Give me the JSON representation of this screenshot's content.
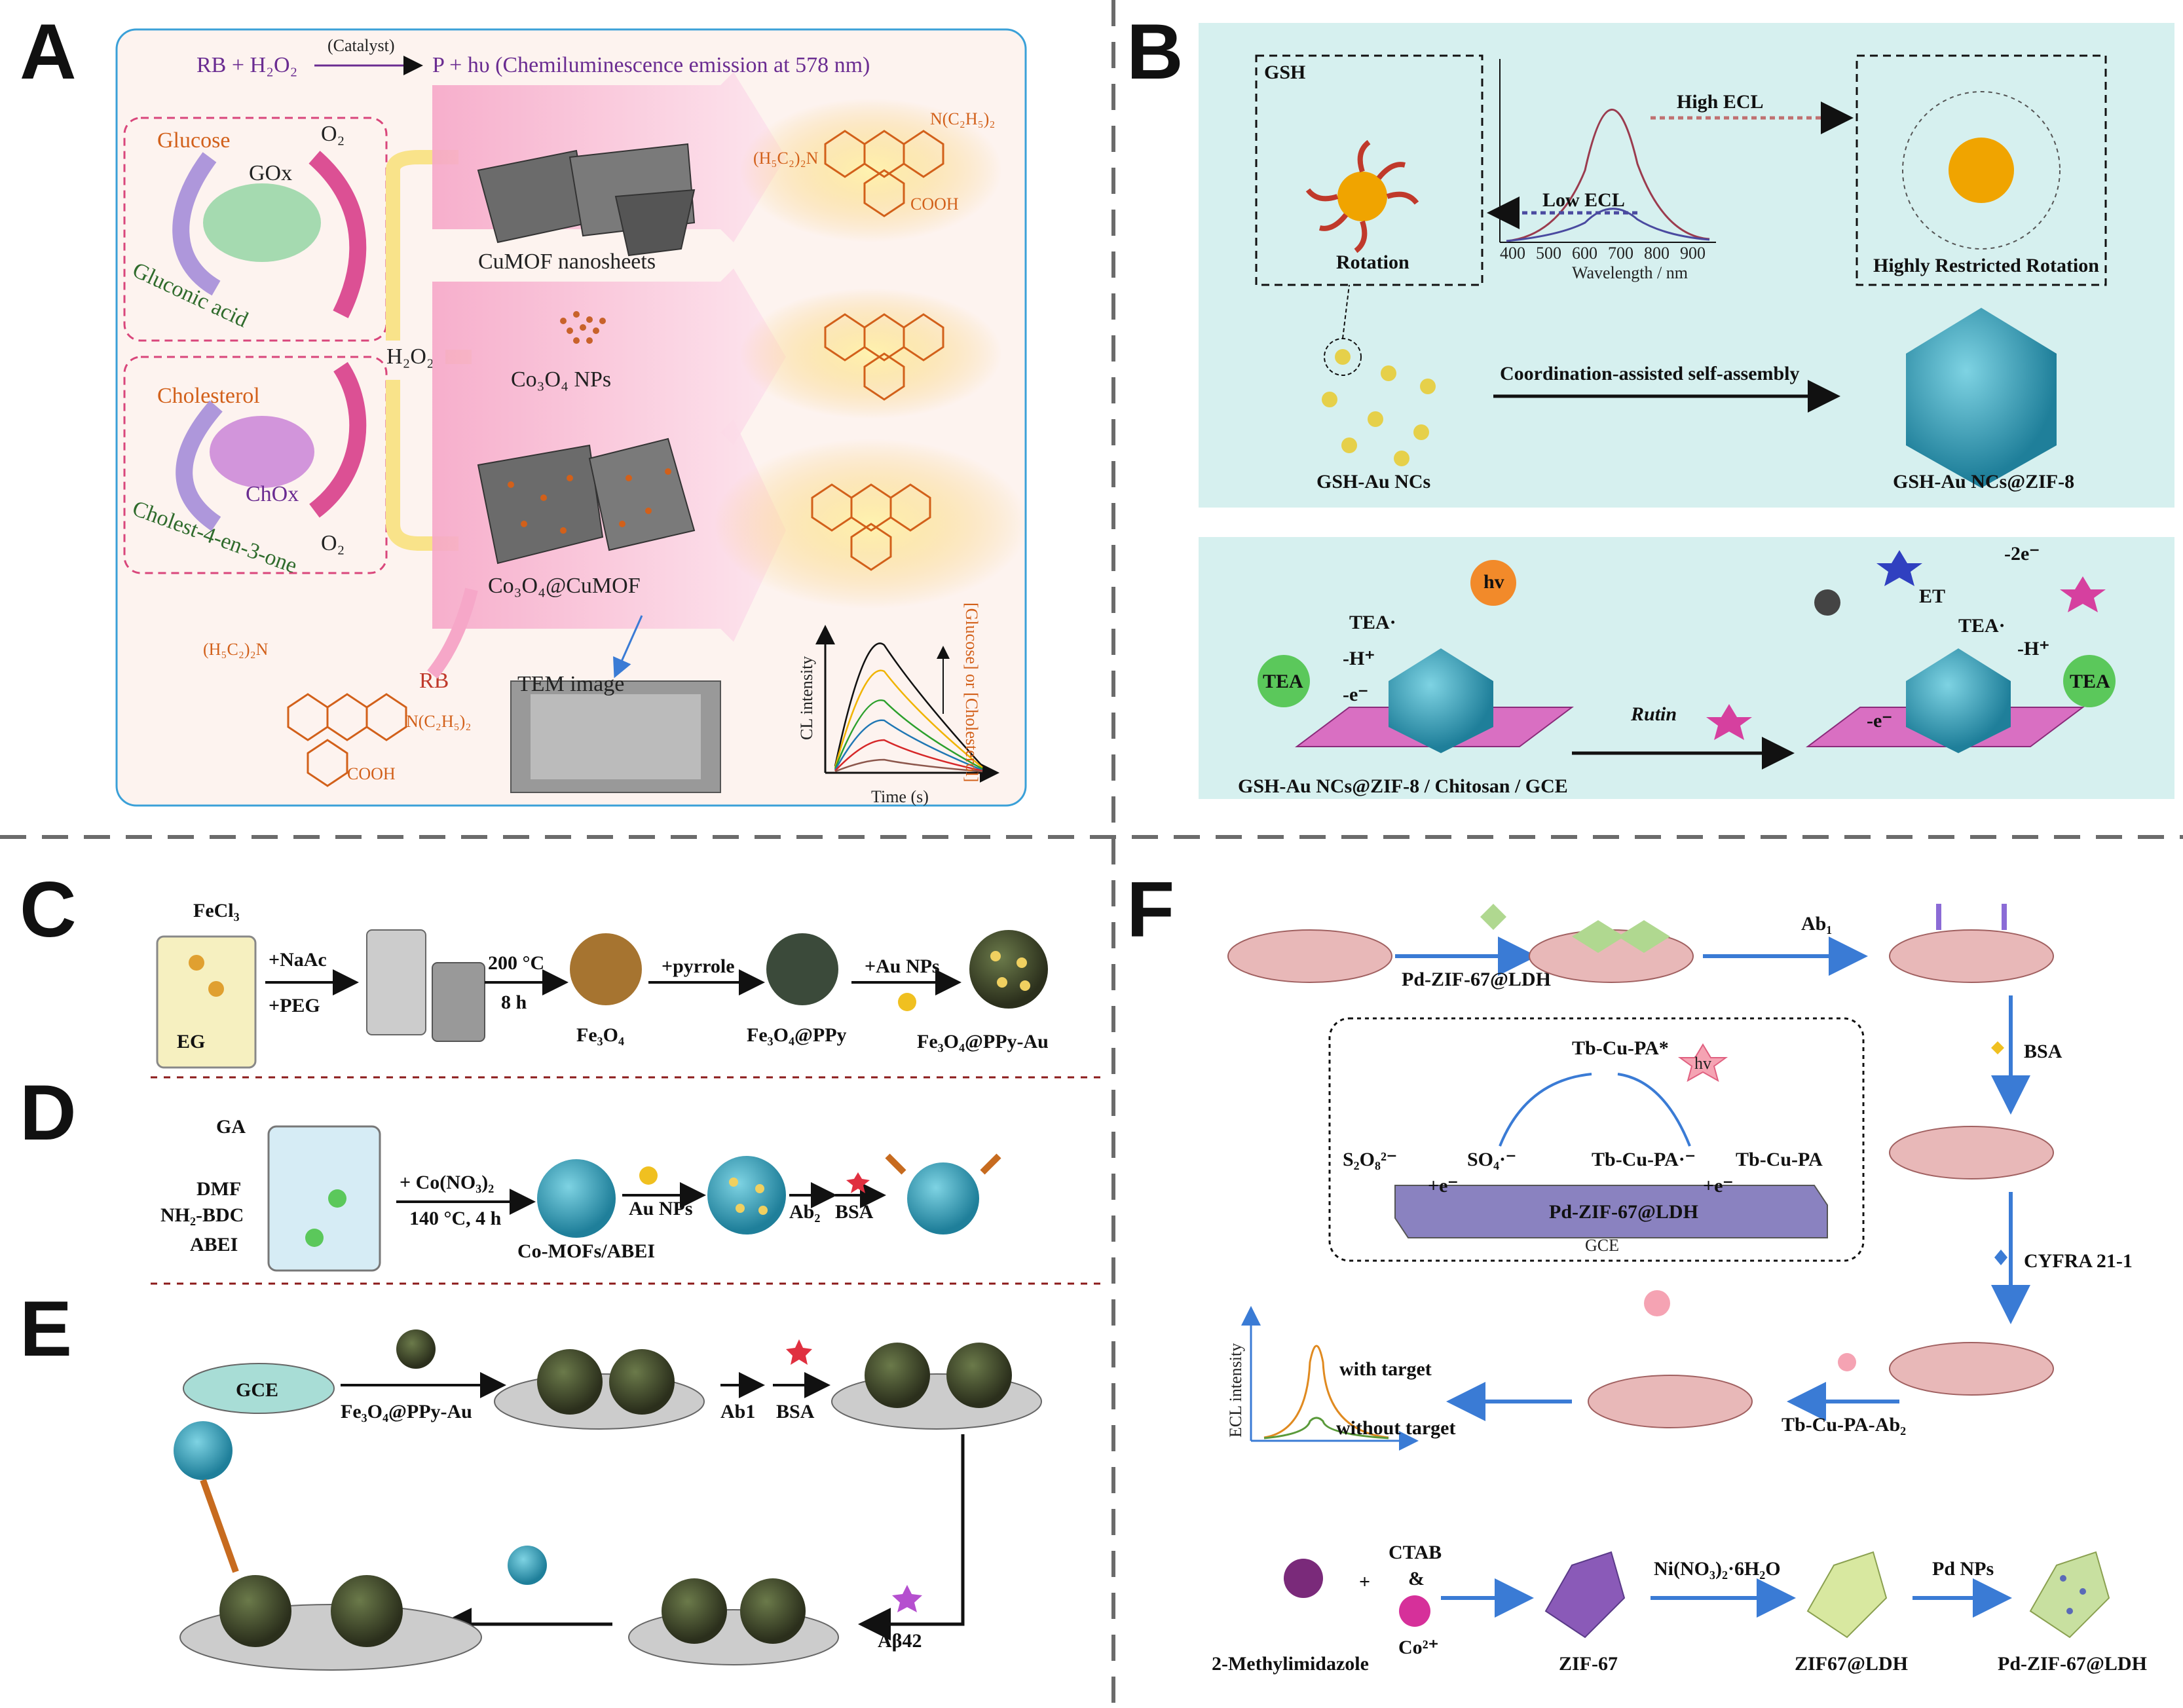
{
  "panels": {
    "A": "A",
    "B": "B",
    "C": "C",
    "D": "D",
    "E": "E",
    "F": "F"
  },
  "panelA": {
    "reaction_left": "RB + H₂O₂",
    "reaction_catalyst": "(Catalyst)",
    "reaction_right": "P + hυ (Chemiluminescence emission at 578 nm)",
    "glucose": "Glucose",
    "gox": "GOx",
    "gluconic_acid": "Gluconic acid",
    "o2_top": "O₂",
    "h2o2": "H₂O₂",
    "cholesterol": "Cholesterol",
    "chox": "ChOx",
    "cholestenone": "Cholest-4-en-3-one",
    "o2_bottom": "O₂",
    "cumof": "CuMOF nanosheets",
    "co3o4": "Co₃O₄ NPs",
    "composite": "Co₃O₄@CuMOF",
    "tem": "TEM image",
    "rb": "RB",
    "rb_formula": "(H₅C₂)₂N",
    "rb_formula2": "N(C₂H₅)₂",
    "cooh": "COOH",
    "cl_ylabel": "CL intensity",
    "cl_xlabel": "Time (s)",
    "arrow_label": "[Glucose] or [Cholesterol]"
  },
  "panelB": {
    "gsh": "GSH",
    "rotation": "Rotation",
    "high_ecl": "High ECL",
    "low_ecl": "Low ECL",
    "restricted": "Highly Restricted Rotation",
    "wl_axis": "Wavelength / nm",
    "wl_ticks": [
      "400",
      "500",
      "600",
      "700",
      "800",
      "900"
    ],
    "assembly": "Coordination-assisted self-assembly",
    "gsh_au": "GSH-Au NCs",
    "gsh_au_zif": "GSH-Au NCs@ZIF-8",
    "hv": "hv",
    "tea": "TEA",
    "tea_radical": "TEA·",
    "h_plus": "-H⁺",
    "e_minus": "-e⁻",
    "two_e": "-2e⁻",
    "et": "ET",
    "rutin": "Rutin",
    "electrode": "GSH-Au NCs@ZIF-8 / Chitosan / GCE"
  },
  "panelC": {
    "fecl3": "FeCl₃",
    "eg": "EG",
    "naac": "+NaAc",
    "peg": "+PEG",
    "temp": "200 °C",
    "time": "8 h",
    "fe3o4": "Fe₃O₄",
    "pyrrole": "+pyrrole",
    "fe3o4ppy": "Fe₃O₄@PPy",
    "au_nps": "+Au NPs",
    "product": "Fe₃O₄@PPy-Au"
  },
  "panelD": {
    "ga": "GA",
    "dmf": "DMF",
    "nh2bdc": "NH₂-BDC",
    "abei": "ABEI",
    "co_no3": "+ Co(NO₃)₂",
    "cond": "140 °C, 4 h",
    "co_mofs": "Co-MOFs/ABEI",
    "au_nps": "Au NPs",
    "ab2": "Ab₂",
    "bsa": "BSA"
  },
  "panelE": {
    "gce": "GCE",
    "fe3o4ppyau": "Fe₃O₄@PPy-Au",
    "ab1": "Ab1",
    "bsa": "BSA",
    "abeta": "Aβ42"
  },
  "panelF": {
    "pd_zif": "Pd-ZIF-67@LDH",
    "ab1": "Ab₁",
    "bsa": "BSA",
    "cyfra": "CYFRA 21-1",
    "tb_ab2": "Tb-Cu-PA-Ab₂",
    "with_target": "with target",
    "without_target": "without target",
    "ecl_intensity": "ECL intensity",
    "tb_excited": "Tb-Cu-PA*",
    "hv": "hv",
    "s2o8": "S₂O₈²⁻",
    "so4": "SO₄·⁻",
    "tb_radical": "Tb-Cu-PA·⁻",
    "tb": "Tb-Cu-PA",
    "plus_e1": "+e⁻",
    "plus_e2": "+e⁻",
    "electrode_layer": "Pd-ZIF-67@LDH",
    "gce": "GCE",
    "mim": "2-Methylimidazole",
    "ctab": "CTAB",
    "amp": "&",
    "co2": "Co²⁺",
    "zif67": "ZIF-67",
    "nino3": "Ni(NO₃)₂·6H₂O",
    "zif_ldh": "ZIF67@LDH",
    "pd_nps": "Pd NPs",
    "pd_zif_final": "Pd-ZIF-67@LDH"
  },
  "colors": {
    "pink_bg": "#fbe6e2",
    "teal_bg": "#d6f0ef",
    "divider": "#6b6b6b",
    "blue_arrow": "#3a7bd5"
  }
}
